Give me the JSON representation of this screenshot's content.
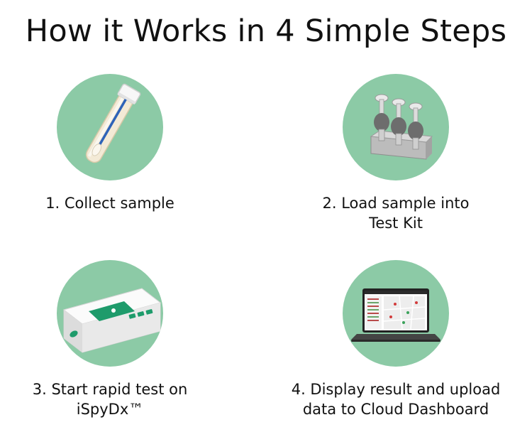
{
  "title": "How it Works in 4 Simple Steps",
  "colors": {
    "circle_bg": "#8ccaa6",
    "accent_green": "#1e9b6b"
  },
  "steps": [
    {
      "label_lines": [
        "1. Collect sample"
      ],
      "icon": "swab-tube-icon"
    },
    {
      "label_lines": [
        "2. Load sample into",
        "Test Kit"
      ],
      "icon": "test-kit-icon"
    },
    {
      "label_lines": [
        "3. Start rapid test on",
        "iSpyDx™"
      ],
      "icon": "ispydx-device-icon"
    },
    {
      "label_lines": [
        "4. Display result and upload",
        "data to Cloud Dashboard"
      ],
      "icon": "laptop-dashboard-icon"
    }
  ]
}
